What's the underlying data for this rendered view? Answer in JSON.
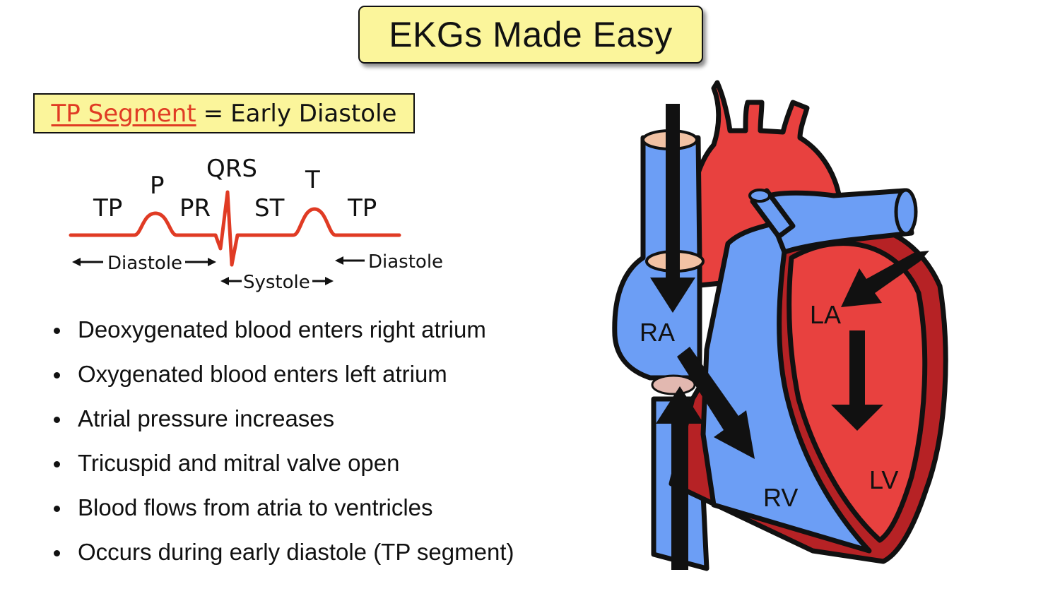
{
  "title": "EKGs Made Easy",
  "subtitle": {
    "highlight": "TP Segment",
    "equals": "=",
    "rest": "Early Diastole"
  },
  "ecg_labels": {
    "tp_left": "TP",
    "p": "P",
    "pr": "PR",
    "qrs": "QRS",
    "st": "ST",
    "t": "T",
    "tp_right": "TP",
    "diastole_left": "Diastole",
    "systole": "Systole",
    "diastole_right": "Diastole"
  },
  "bullets": [
    "Deoxygenated blood enters right atrium",
    "Oxygenated blood enters left atrium",
    "Atrial pressure increases",
    "Tricuspid and mitral valve open",
    "Blood flows from atria to ventricles",
    "Occurs during early diastole (TP segment)"
  ],
  "heart_labels": {
    "ra": "RA",
    "la": "LA",
    "rv": "RV",
    "lv": "LV"
  },
  "colors": {
    "title_bg": "#fbf59b",
    "ecg_trace": "#e03b24",
    "highlight_text": "#e03b24",
    "deoxygenated": "#6c9ef5",
    "oxygenated": "#e8413f",
    "heart_wall_dark": "#b62225",
    "vessel_opening": "#f2c2a4"
  }
}
